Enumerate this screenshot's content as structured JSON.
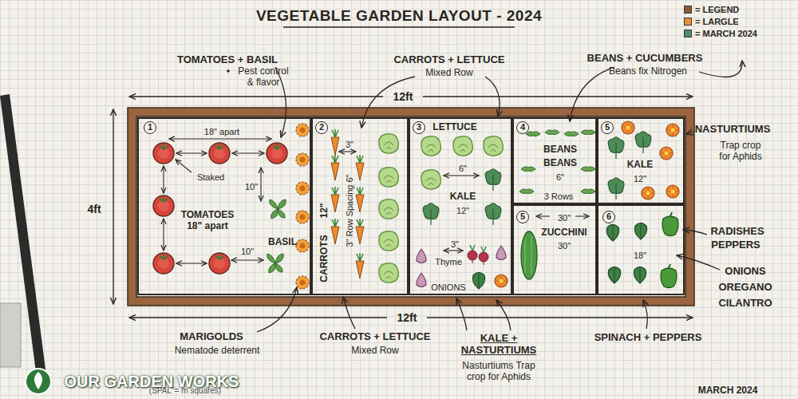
{
  "diagram": {
    "title": "VEGETABLE GARDEN LAYOUT - 2024",
    "nodes": [
      {
        "text": [
          "1",
          "18\" apart",
          "Staked",
          "10\"",
          "TOMATOES 18\" apart",
          "10\"",
          "BASIL"
        ]
      },
      {
        "text": [
          "2",
          "3\"",
          "12\"",
          "CARROTS",
          "3\" Row Spacing 6\""
        ]
      },
      {
        "text": [
          "3",
          "LETTUCE",
          "6\"",
          "KALE",
          "12\"",
          "3\"",
          "Thyme",
          "ONIONS"
        ]
      },
      {
        "text": [
          "4",
          "BEANS",
          "BEANS",
          "6\"",
          "3 Rows"
        ]
      },
      {
        "text": [
          "5",
          "KALE",
          "12\""
        ]
      },
      {
        "text": [
          "5",
          "30\"",
          "ZUCCHINI",
          "30\""
        ]
      },
      {
        "text": [
          "6",
          "18\""
        ]
      }
    ],
    "labels": [
      "TOMATOES + BASIL",
      "Pest control & flavor",
      "CARROTS + LETTUCE",
      "Mixed Row",
      "BEANS + CUCUMBERS",
      "Beans fix Nitrogen",
      "NASTURTIUMS",
      "Trap crop for Aphids",
      "RADISHES",
      "PEPPERS",
      "ONIONS",
      "OREGANO",
      "CILANTRO",
      "SPINACH + PEPPERS",
      "KALE + NASTURTIUMS",
      "Nasturtiums Trap crop for Aphids",
      "CARROTS + LETTUCE",
      "Mixed Row",
      "MARIGOLDS",
      "Nematode deterrent",
      "12ft",
      "4ft",
      "12ft",
      "(SPAL\"= m squares)",
      "OUR GARDEN WORKS",
      "MARCH 2024"
    ],
    "legend": [
      {
        "text": "= LEGEND",
        "color": "#8b5a3a"
      },
      {
        "text": "= LARGLE",
        "color": "#e8913a"
      },
      {
        "text": "= MARCH 2024",
        "color": "#4f8a73"
      }
    ]
  }
}
